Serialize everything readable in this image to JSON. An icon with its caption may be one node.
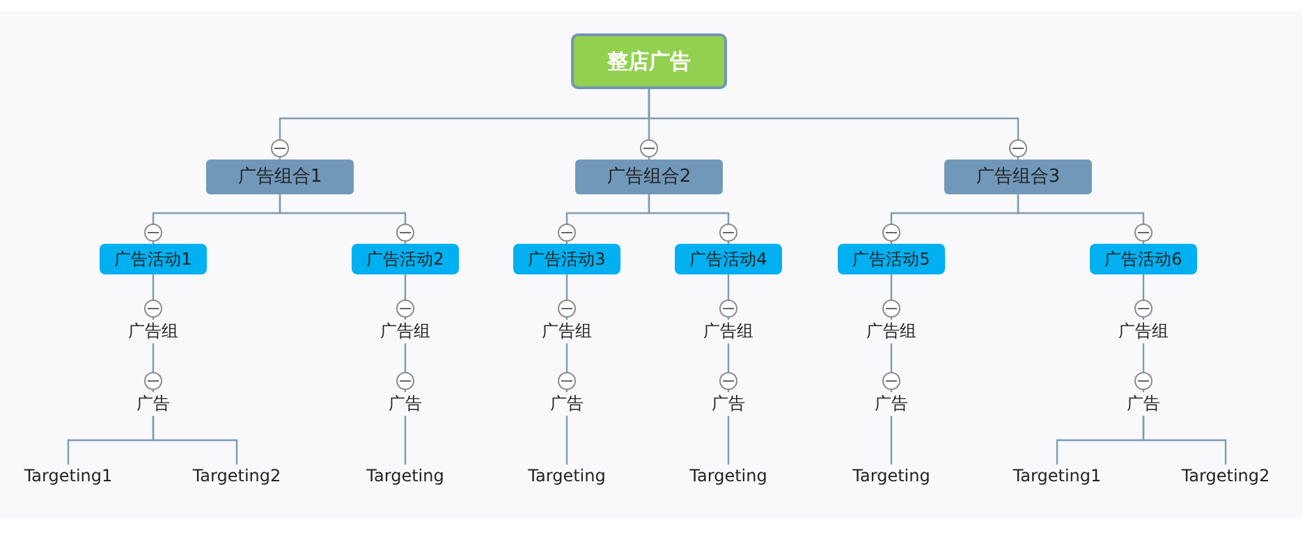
{
  "diagram": {
    "nodes": [
      {
        "text": [
          "整店广告"
        ]
      },
      {
        "text": [
          "广告组合1"
        ]
      },
      {
        "text": [
          "广告组合2"
        ]
      },
      {
        "text": [
          "广告组合3"
        ]
      },
      {
        "text": [
          "广告活动1"
        ]
      },
      {
        "text": [
          "广告活动2"
        ]
      },
      {
        "text": [
          "广告活动3"
        ]
      },
      {
        "text": [
          "广告活动4"
        ]
      },
      {
        "text": [
          "广告活动5"
        ]
      },
      {
        "text": [
          "广告活动6"
        ]
      },
      {
        "text": [
          "广告组"
        ]
      },
      {
        "text": [
          "广告组"
        ]
      },
      {
        "text": [
          "广告组"
        ]
      },
      {
        "text": [
          "广告组"
        ]
      },
      {
        "text": [
          "广告组"
        ]
      },
      {
        "text": [
          "广告组"
        ]
      },
      {
        "text": [
          "广告"
        ]
      },
      {
        "text": [
          "广告"
        ]
      },
      {
        "text": [
          "广告"
        ]
      },
      {
        "text": [
          "广告"
        ]
      },
      {
        "text": [
          "广告"
        ]
      },
      {
        "text": [
          "广告"
        ]
      },
      {
        "text": [
          "Targeting1"
        ]
      },
      {
        "text": [
          "Targeting2"
        ]
      },
      {
        "text": [
          "Targeting"
        ]
      },
      {
        "text": [
          "Targeting"
        ]
      },
      {
        "text": [
          "Targeting"
        ]
      },
      {
        "text": [
          "Targeting"
        ]
      },
      {
        "text": [
          "Targeting1"
        ]
      },
      {
        "text": [
          "Targeting2"
        ]
      }
    ],
    "edges": [
      {
        "from": 0,
        "to": 1,
        "arrow": "none"
      },
      {
        "from": 0,
        "to": 2,
        "arrow": "none"
      },
      {
        "from": 0,
        "to": 3,
        "arrow": "none"
      },
      {
        "from": 1,
        "to": 4,
        "arrow": "none"
      },
      {
        "from": 1,
        "to": 5,
        "arrow": "none"
      },
      {
        "from": 2,
        "to": 6,
        "arrow": "none"
      },
      {
        "from": 2,
        "to": 7,
        "arrow": "none"
      },
      {
        "from": 3,
        "to": 8,
        "arrow": "none"
      },
      {
        "from": 3,
        "to": 9,
        "arrow": "none"
      },
      {
        "from": 4,
        "to": 10,
        "arrow": "none"
      },
      {
        "from": 5,
        "to": 11,
        "arrow": "none"
      },
      {
        "from": 6,
        "to": 12,
        "arrow": "none"
      },
      {
        "from": 7,
        "to": 13,
        "arrow": "none"
      },
      {
        "from": 8,
        "to": 14,
        "arrow": "none"
      },
      {
        "from": 9,
        "to": 15,
        "arrow": "none"
      },
      {
        "from": 10,
        "to": 16,
        "arrow": "none"
      },
      {
        "from": 11,
        "to": 17,
        "arrow": "none"
      },
      {
        "from": 12,
        "to": 18,
        "arrow": "none"
      },
      {
        "from": 13,
        "to": 19,
        "arrow": "none"
      },
      {
        "from": 14,
        "to": 20,
        "arrow": "none"
      },
      {
        "from": 15,
        "to": 21,
        "arrow": "none"
      },
      {
        "from": 16,
        "to": 22,
        "arrow": "none"
      },
      {
        "from": 16,
        "to": 23,
        "arrow": "none"
      },
      {
        "from": 17,
        "to": 24,
        "arrow": "none"
      },
      {
        "from": 18,
        "to": 25,
        "arrow": "none"
      },
      {
        "from": 19,
        "to": 26,
        "arrow": "none"
      },
      {
        "from": 20,
        "to": 27,
        "arrow": "none"
      },
      {
        "from": 21,
        "to": 28,
        "arrow": "none"
      },
      {
        "from": 21,
        "to": 29,
        "arrow": "none"
      }
    ]
  }
}
